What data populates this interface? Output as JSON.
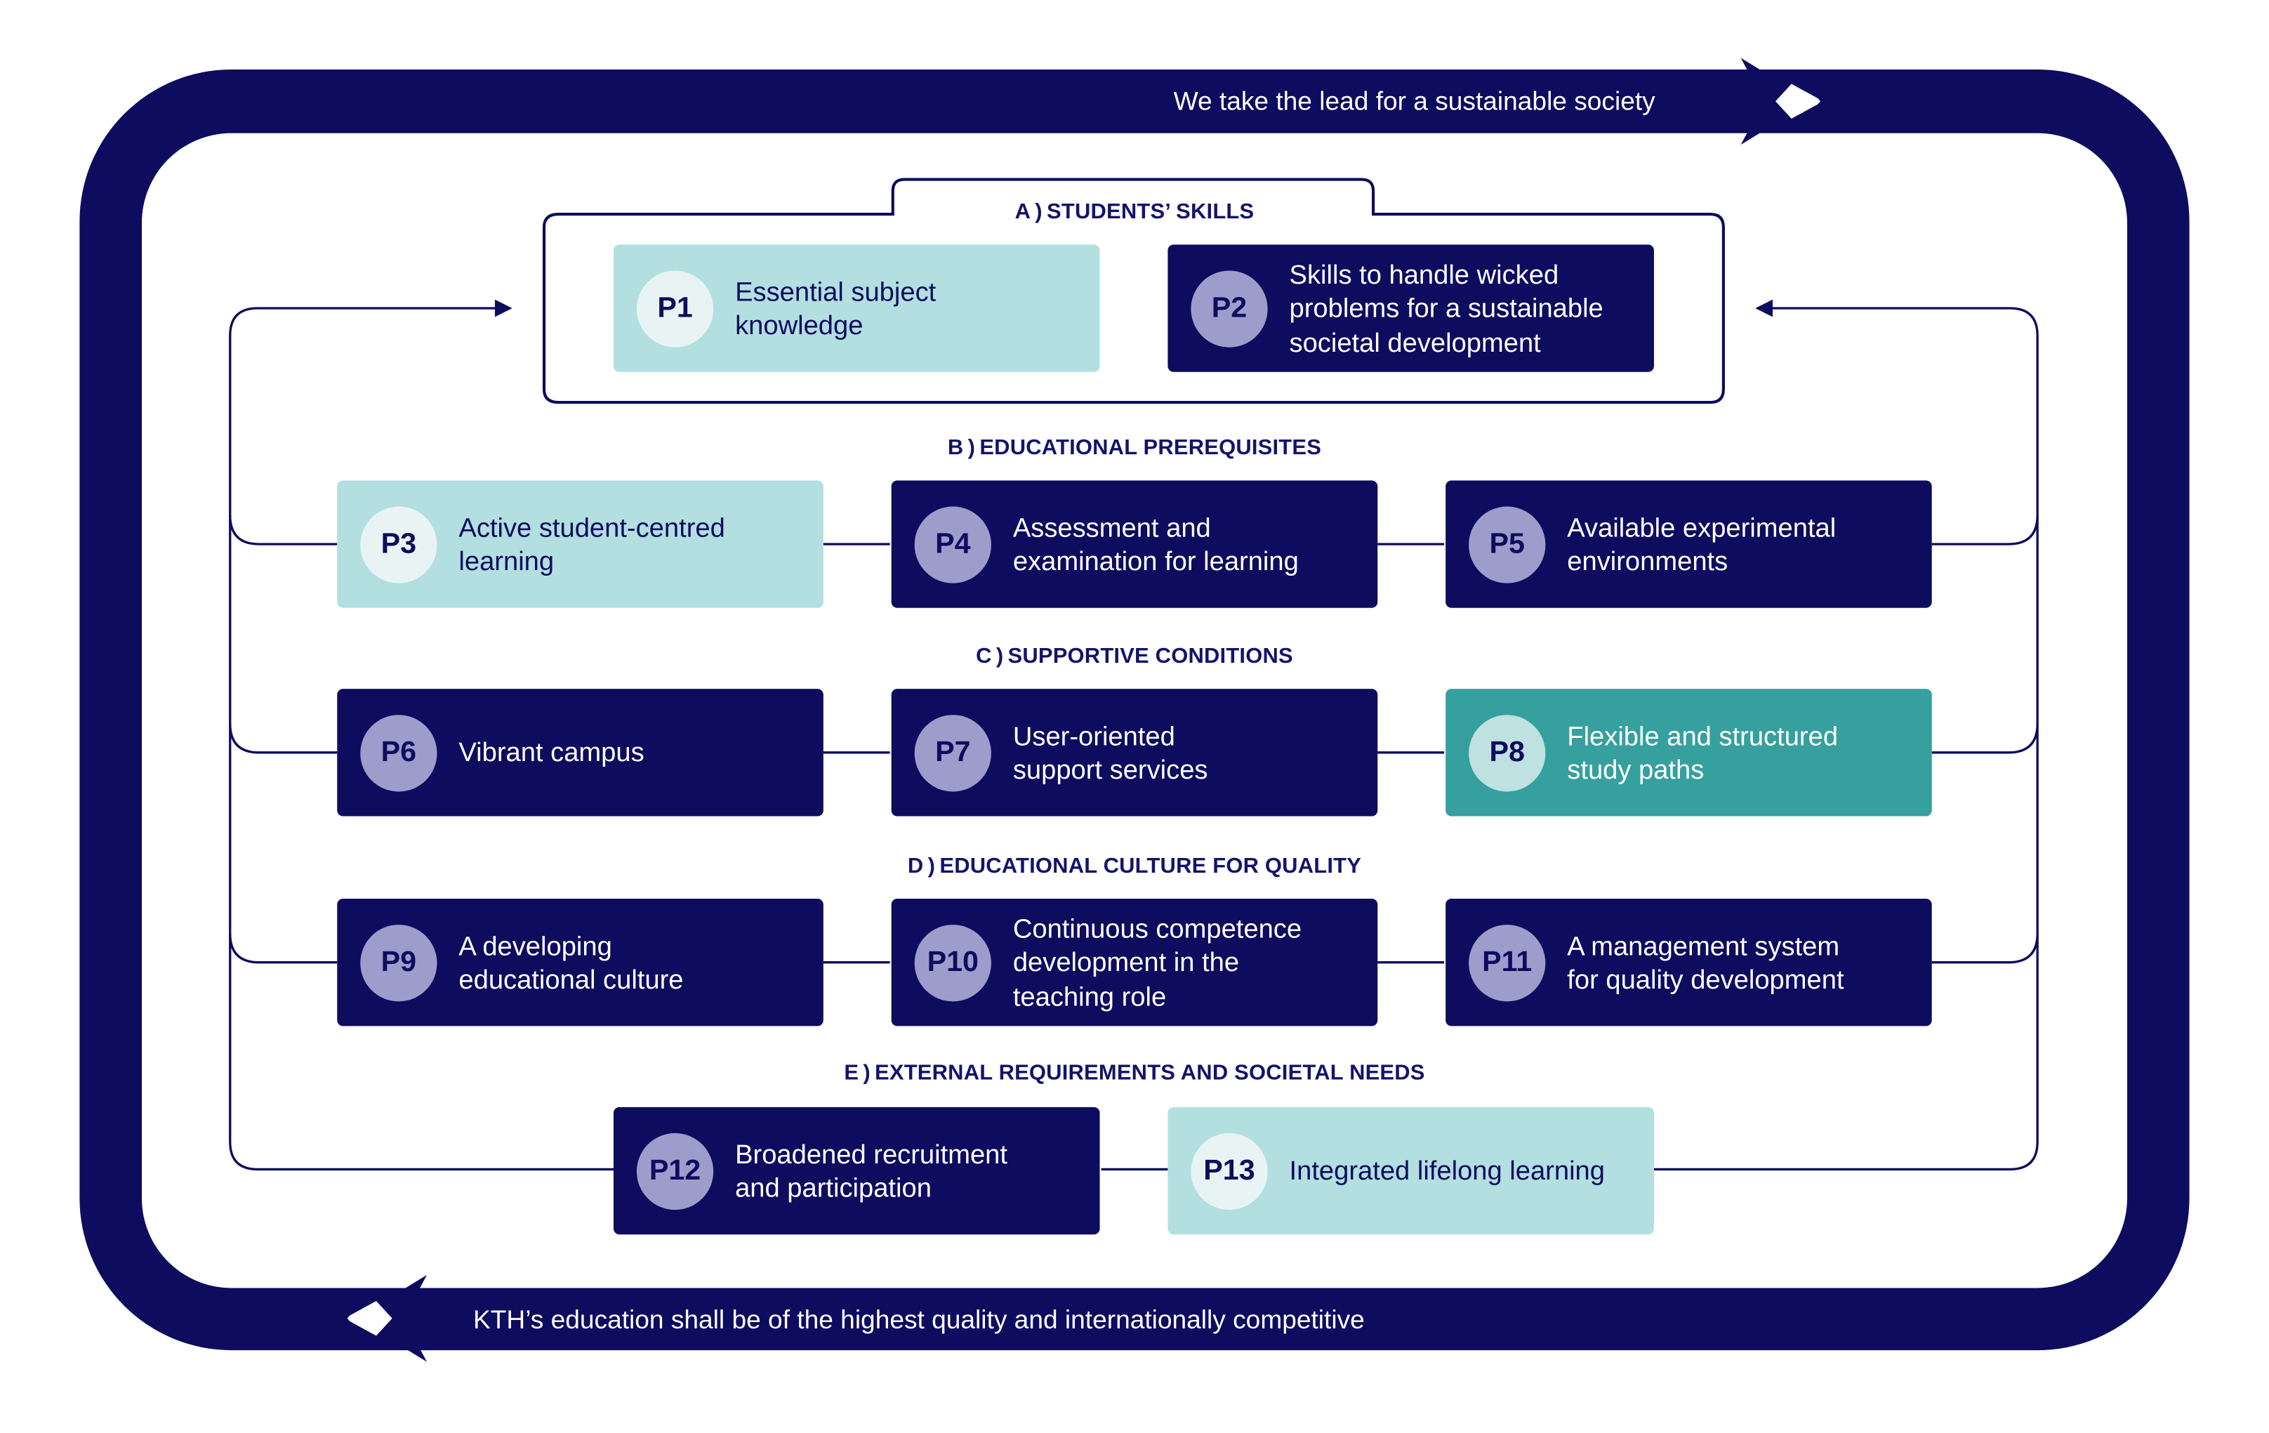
{
  "banners": {
    "top": "We take the lead for a sustainable society",
    "bottom": "KTH’s education shall be of the highest quality and internationally competitive"
  },
  "sections": {
    "a": {
      "letter": "A",
      "sep": ")",
      "title": "STUDENTS’ SKILLS"
    },
    "b": {
      "letter": "B",
      "sep": ")",
      "title": "EDUCATIONAL PREREQUISITES"
    },
    "c": {
      "letter": "C",
      "sep": ")",
      "title": "SUPPORTIVE CONDITIONS"
    },
    "d": {
      "letter": "D",
      "sep": ")",
      "title": "EDUCATIONAL CULTURE FOR QUALITY"
    },
    "e": {
      "letter": "E",
      "sep": ")",
      "title": "EXTERNAL REQUIREMENTS AND SOCIETAL NEEDS"
    }
  },
  "principles": {
    "p1": {
      "code": "P1",
      "text": "Essential subject\nknowledge"
    },
    "p2": {
      "code": "P2",
      "text": "Skills to handle wicked\nproblems for a sustainable\nsocietal development"
    },
    "p3": {
      "code": "P3",
      "text": "Active student-centred\nlearning"
    },
    "p4": {
      "code": "P4",
      "text": "Assessment and\nexamination for learning"
    },
    "p5": {
      "code": "P5",
      "text": "Available experimental\nenvironments"
    },
    "p6": {
      "code": "P6",
      "text": "Vibrant campus"
    },
    "p7": {
      "code": "P7",
      "text": "User-oriented\nsupport services"
    },
    "p8": {
      "code": "P8",
      "text": "Flexible and structured\nstudy paths"
    },
    "p9": {
      "code": "P9",
      "text": "A developing\neducational culture"
    },
    "p10": {
      "code": "P10",
      "text": "Continuous competence\ndevelopment in the\nteaching role"
    },
    "p11": {
      "code": "P11",
      "text": "A management system\nfor quality development"
    },
    "p12": {
      "code": "P12",
      "text": "Broadened recruitment\nand participation"
    },
    "p13": {
      "code": "P13",
      "text": "Integrated lifelong learning"
    }
  },
  "colors": {
    "navy": "#0d0c5e",
    "light_teal": "#b3dfe0",
    "teal": "#35a09e",
    "badge_lavender": "#9d9dcc"
  }
}
